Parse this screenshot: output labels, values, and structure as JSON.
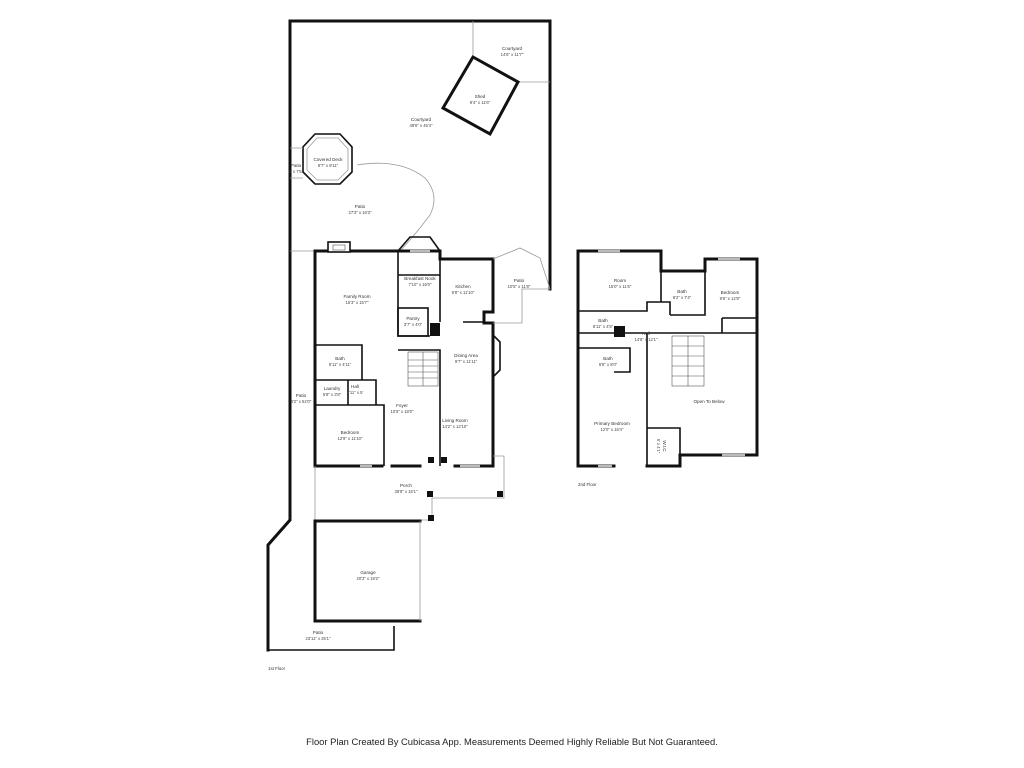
{
  "floors": {
    "first": {
      "label": "1st Floor"
    },
    "second": {
      "label": "2nd Floor"
    }
  },
  "rooms": {
    "courtyard_small": {
      "name": "Courtyard",
      "dims": "14'6\" x 11'7\""
    },
    "shed": {
      "name": "Shed",
      "dims": "9'4\" x 11'6\""
    },
    "courtyard_large": {
      "name": "Courtyard",
      "dims": "49'6\" x 45'4\""
    },
    "covered_deck": {
      "name": "Covered Deck",
      "dims": "8'7\" x 8'11\""
    },
    "patio_small": {
      "name": "Patio",
      "dims": "3' x 7'5\""
    },
    "patio_main": {
      "name": "Patio",
      "dims": "27'3\" x 16'3\""
    },
    "breakfast_nook": {
      "name": "Breakfast Nook",
      "dims": "7'10\" x 16'0\""
    },
    "kitchen": {
      "name": "Kitchen",
      "dims": "9'8\" x 11'10\""
    },
    "patio_side": {
      "name": "Patio",
      "dims": "10'5\" x 11'8\""
    },
    "family_room": {
      "name": "Family Room",
      "dims": "15'3\" x 15'7\""
    },
    "pantry": {
      "name": "Pantry",
      "dims": "3'7\" x 4'0\""
    },
    "dining_area": {
      "name": "Dining Area",
      "dims": "9'7\" x 11'11\""
    },
    "bath_1": {
      "name": "Bath",
      "dims": "8'11\" x 4'11\""
    },
    "laundry": {
      "name": "Laundry",
      "dims": "5'8\" x 3'8\""
    },
    "hall_1": {
      "name": "Hall",
      "dims": "2'11\" x 5'"
    },
    "patio_left": {
      "name": "Patio",
      "dims": "3'2\" x 52'0\""
    },
    "foyer": {
      "name": "Foyer",
      "dims": "10'5\" x 18'0\""
    },
    "bedroom_1": {
      "name": "Bedroom",
      "dims": "12'9\" x 11'10\""
    },
    "living_room": {
      "name": "Living Room",
      "dims": "14'2\" x 12'10\""
    },
    "porch": {
      "name": "Porch",
      "dims": "36'8\" x 15'1\""
    },
    "garage": {
      "name": "Garage",
      "dims": "20'3\" x 19'2\""
    },
    "patio_bottom": {
      "name": "Patio",
      "dims": "23'11\" x 25'1\""
    },
    "room_2": {
      "name": "Room",
      "dims": "15'0\" x 11'6\""
    },
    "bath_2a": {
      "name": "Bath",
      "dims": "8'2\" x 7'4\""
    },
    "bedroom_2": {
      "name": "Bedroom",
      "dims": "9'6\" x 12'8\""
    },
    "bath_2b": {
      "name": "Bath",
      "dims": "8'11\" x 4'5\""
    },
    "hall_2": {
      "name": "Hall",
      "dims": "14'8\" x 12'1\""
    },
    "bath_2c": {
      "name": "Bath",
      "dims": "6'8\" x 8'0\""
    },
    "open_to_below": {
      "name": "Open To Below",
      "dims": ""
    },
    "primary_bedroom": {
      "name": "Primary Bedroom",
      "dims": "12'0\" x 16'4\""
    },
    "wic": {
      "name": "W.I.C",
      "dims": "5' x 4'1\""
    }
  },
  "footer": {
    "text": "Floor Plan Created By Cubicasa App. Measurements Deemed Highly Reliable But Not Guaranteed."
  }
}
